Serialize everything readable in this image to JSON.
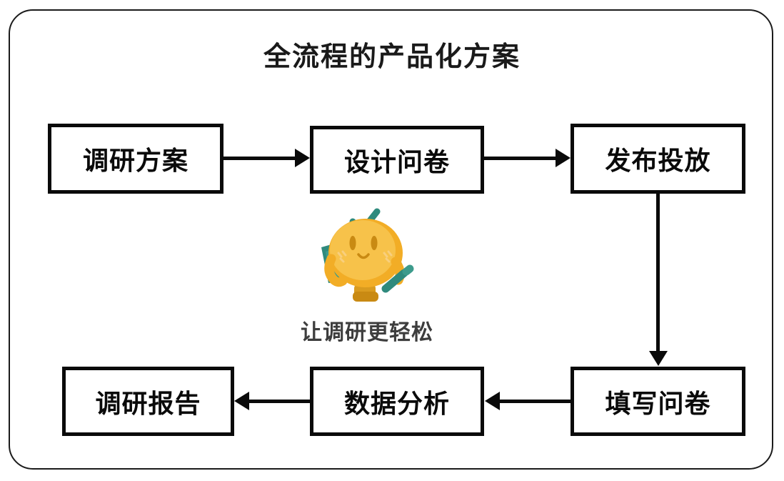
{
  "diagram": {
    "title": "全流程的产品化方案",
    "nodes": [
      {
        "id": "node-1",
        "label": "调研方案"
      },
      {
        "id": "node-2",
        "label": "设计问卷"
      },
      {
        "id": "node-3",
        "label": "发布投放"
      },
      {
        "id": "node-4",
        "label": "调研报告"
      },
      {
        "id": "node-5",
        "label": "数据分析"
      },
      {
        "id": "node-6",
        "label": "填写问卷"
      }
    ],
    "connectors": [
      {
        "id": "c1",
        "from": "node-1",
        "to": "node-2",
        "direction": "right"
      },
      {
        "id": "c2",
        "from": "node-2",
        "to": "node-3",
        "direction": "right"
      },
      {
        "id": "c3",
        "from": "node-3",
        "to": "node-6",
        "direction": "down"
      },
      {
        "id": "c4",
        "from": "node-6",
        "to": "node-5",
        "direction": "left"
      },
      {
        "id": "c5",
        "from": "node-5",
        "to": "node-4",
        "direction": "left"
      }
    ]
  },
  "mascot": {
    "tagline": "让调研更轻松",
    "colors": {
      "body": "#f2ad26",
      "body_light": "#f7c24a",
      "accent_teal": "#2f8a7d",
      "accent_teal_light": "#3d9b8c",
      "feature": "#c98a13",
      "blush": "#f8cf7e"
    }
  },
  "style": {
    "frame_border": "#1b1b1b",
    "node_border": "#0a0a0a",
    "text_color": "#0a0a0a",
    "title_color": "#1a1a1a",
    "tagline_color": "#3d3d3d",
    "background": "#ffffff"
  }
}
